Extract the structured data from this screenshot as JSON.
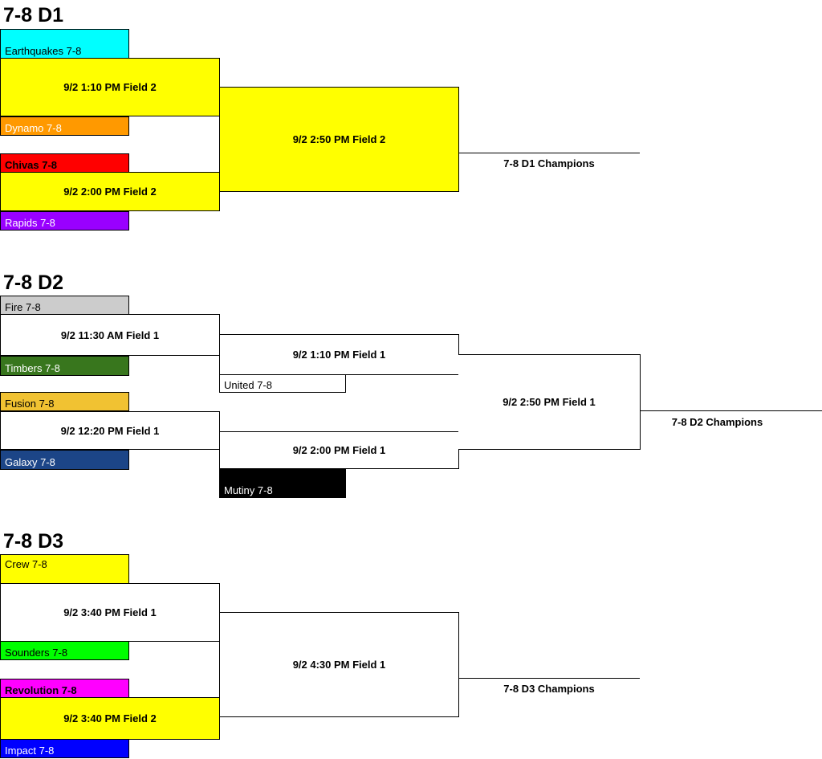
{
  "brackets": {
    "d1": {
      "title": "7-8 D1",
      "teams": [
        {
          "name": "Earthquakes 7-8",
          "color": "#00ffff"
        },
        {
          "name": "Dynamo 7-8",
          "color": "#ff9900"
        },
        {
          "name": "Chivas 7-8",
          "color": "#ff0000"
        },
        {
          "name": "Rapids 7-8",
          "color": "#9900ff"
        }
      ],
      "games": [
        "9/2 1:10 PM Field 2",
        "9/2 2:00 PM Field 2",
        "9/2 2:50 PM Field 2"
      ],
      "champions": "7-8 D1 Champions"
    },
    "d2": {
      "title": "7-8 D2",
      "teams": [
        {
          "name": "Fire 7-8",
          "color": "#cccccc"
        },
        {
          "name": "Timbers 7-8",
          "color": "#38761d"
        },
        {
          "name": "United 7-8",
          "color": "#ffffff"
        },
        {
          "name": "Fusion 7-8",
          "color": "#f1c232"
        },
        {
          "name": "Galaxy 7-8",
          "color": "#1c4587"
        },
        {
          "name": "Mutiny 7-8",
          "color": "#000000"
        }
      ],
      "games": [
        "9/2 11:30 AM Field 1",
        "9/2 1:10 PM Field 1",
        "9/2 12:20 PM Field 1",
        "9/2 2:00 PM Field 1",
        "9/2 2:50 PM Field 1"
      ],
      "champions": "7-8 D2 Champions"
    },
    "d3": {
      "title": "7-8 D3",
      "teams": [
        {
          "name": "Crew 7-8",
          "color": "#ffff00"
        },
        {
          "name": "Sounders 7-8",
          "color": "#00ff00"
        },
        {
          "name": "Revolution 7-8",
          "color": "#ff00ff"
        },
        {
          "name": "Impact 7-8",
          "color": "#0000ff"
        }
      ],
      "games": [
        "9/2 3:40 PM Field 1",
        "9/2 3:40 PM Field 2",
        "9/2 4:30 PM Field 1"
      ],
      "champions": "7-8 D3 Champions"
    }
  },
  "colors": {
    "game_fill_yellow": "#ffff00",
    "game_fill_white": "#ffffff",
    "line": "#000000"
  }
}
